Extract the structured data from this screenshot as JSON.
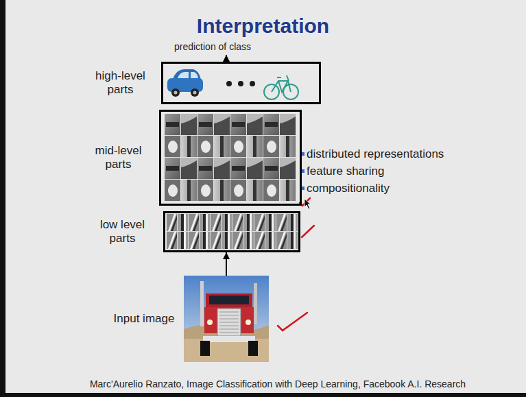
{
  "diagram": {
    "title": "Interpretation",
    "caption": "Marc'Aurelio Ranzato, Image Classification with Deep Learning, Facebook A.I. Research",
    "nodes": [
      {
        "text": [
          "high-level parts"
        ]
      },
      {
        "text": [
          "mid-level parts"
        ]
      },
      {
        "text": [
          "low level parts"
        ]
      },
      {
        "text": [
          "Input image"
        ]
      }
    ],
    "edges": [
      {
        "from": 3,
        "to": 2,
        "arrow": "to"
      }
    ],
    "labels": [
      "prediction of class",
      "distributed representations",
      "feature sharing",
      "compositionality"
    ]
  }
}
